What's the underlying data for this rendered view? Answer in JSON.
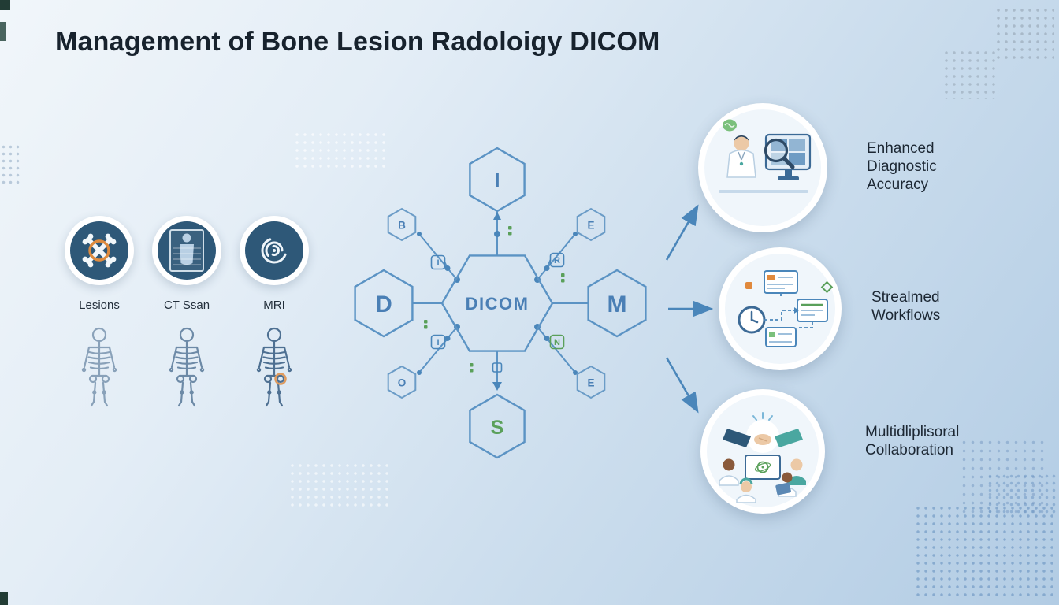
{
  "title": "Management of Bone Lesion Radoloigy DICOM",
  "modalities": {
    "items": [
      {
        "label": "Lesions",
        "icon": "crossed-bones-icon"
      },
      {
        "label": "CT Ssan",
        "icon": "ct-body-scan-icon"
      },
      {
        "label": "MRI",
        "icon": "mri-spiral-icon"
      }
    ]
  },
  "network": {
    "center_label": "DICOM",
    "hex_left": "D",
    "hex_top": "I",
    "hex_right": "M",
    "hex_bottom": "S",
    "hex_small_top_left": "B",
    "hex_small_top_right": "E",
    "hex_small_bottom_left": "O",
    "hex_small_bottom_right": "E",
    "chip_top_left": "I",
    "chip_top_right": "R",
    "chip_bottom_left": "I",
    "chip_bottom_right": "N"
  },
  "benefits": {
    "items": [
      {
        "label": "Enhanced\nDiagnostic\nAccuracy",
        "icon": "doctor-diagnosis-illustration"
      },
      {
        "label": "Strealmed\nWorkflows",
        "icon": "workflow-illustration"
      },
      {
        "label": "Multidliplisoral\nCollaboration",
        "icon": "collaboration-illustration"
      }
    ]
  },
  "colors": {
    "hex_stroke": "#5b93c4",
    "letter_blue": "#4a7fb5",
    "accent_green": "#5aa05a",
    "accent_orange": "#db8a3e",
    "circle_navy": "#2e5878",
    "text_dark": "#1c2733"
  }
}
